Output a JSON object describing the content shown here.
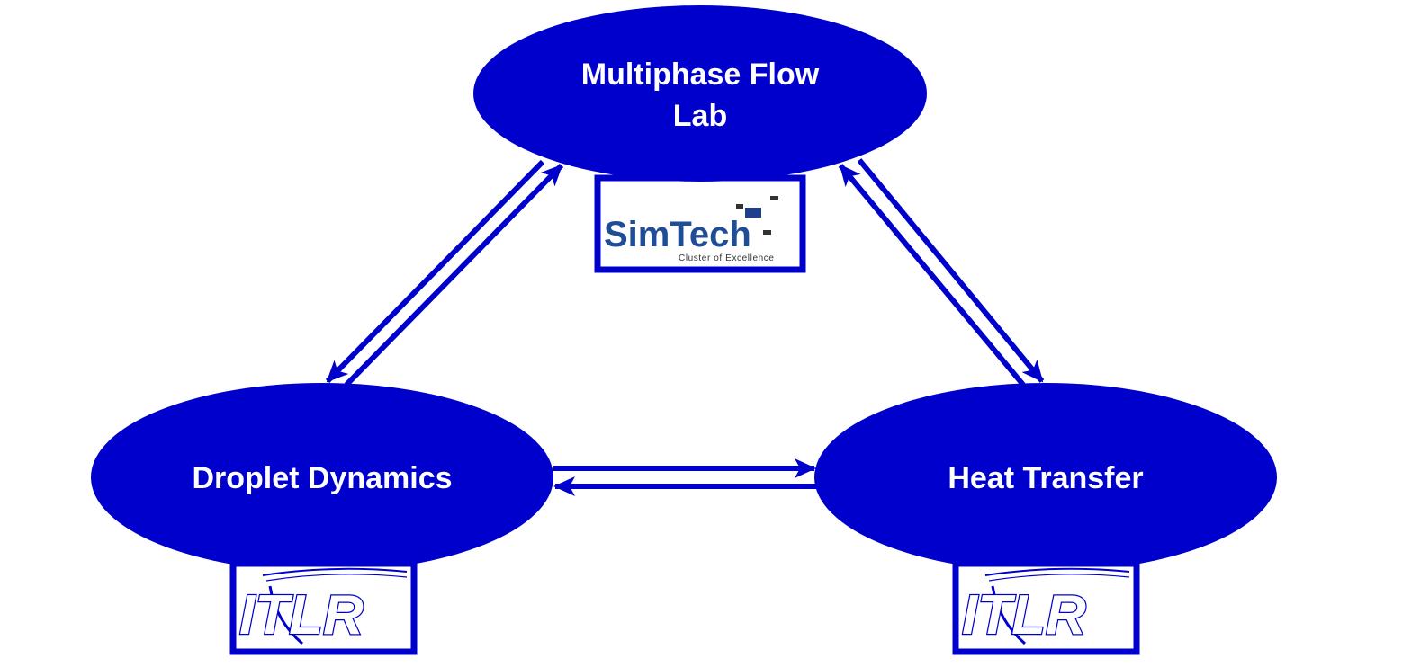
{
  "nodes": {
    "top": {
      "line1": "Multiphase Flow",
      "line2": "Lab"
    },
    "left": {
      "label": "Droplet Dynamics"
    },
    "right": {
      "label": "Heat Transfer"
    }
  },
  "logos": {
    "simtech": {
      "name": "SimTech",
      "sub": "Cluster of Excellence"
    },
    "itlr_left": {
      "name": "ITLR"
    },
    "itlr_right": {
      "name": "ITLR"
    }
  },
  "colors": {
    "node_fill": "#0000cc",
    "arrow": "#0000cc",
    "logo_frame": "#0000cc",
    "simtech_text": "#1f4e96"
  }
}
